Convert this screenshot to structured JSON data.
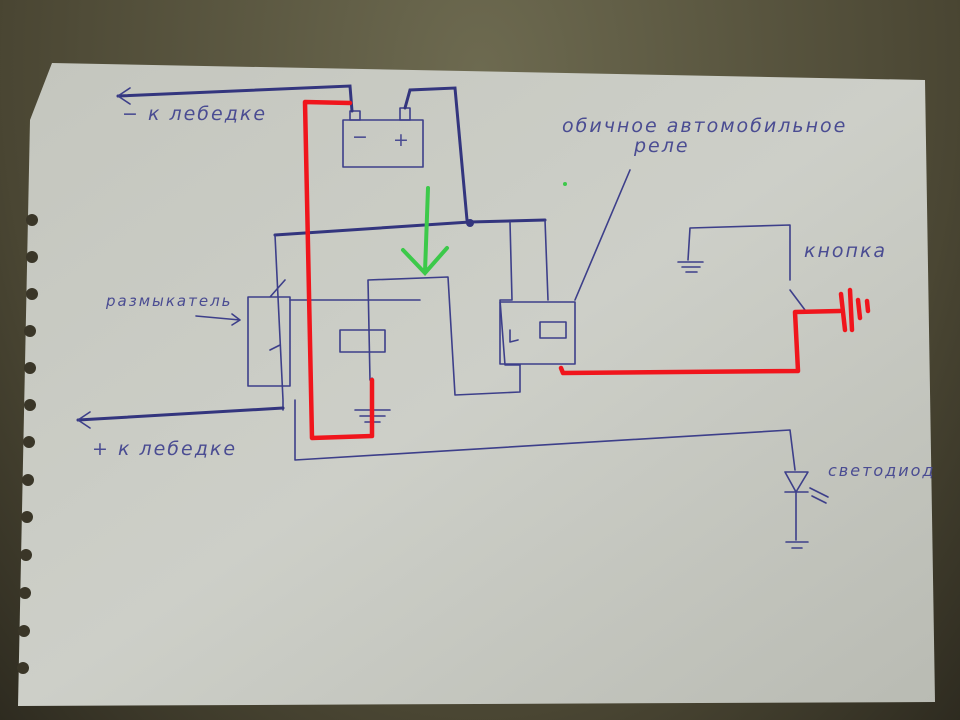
{
  "labels": {
    "minus_to_winch": "− к лебедке",
    "plus_to_winch": "+ к лебедке",
    "relay_line1": "обичное автомобильное",
    "relay_line2": "реле",
    "button": "кнопка",
    "breaker": "размыкатель",
    "led": "светодиод",
    "battery_minus": "−",
    "battery_plus": "+"
  },
  "colors": {
    "ink": "#3d3f8a",
    "highlight_red": "#f0151c",
    "arrow_green": "#3cc94a",
    "paper": "#c8cac2"
  }
}
